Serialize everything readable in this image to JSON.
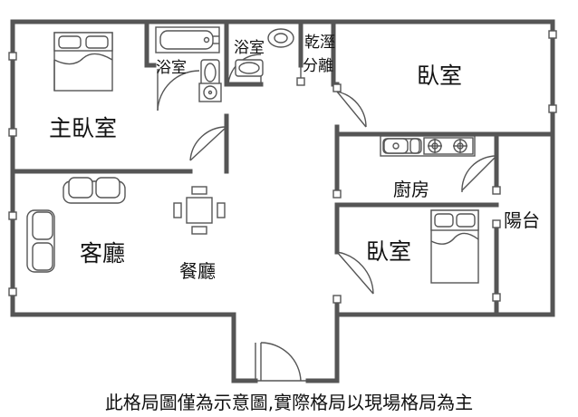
{
  "rooms": {
    "master_bedroom": "主臥室",
    "bath_left": "浴室",
    "bath_right": "浴室",
    "dry_wet": [
      "乾溼",
      "分離"
    ],
    "bedroom_top": "臥室",
    "kitchen": "廚房",
    "balcony": "陽台",
    "bedroom_bottom": "臥室",
    "living_room": "客廳",
    "dining_room": "餐廳"
  },
  "disclaimer": "此格局圖僅為示意圖,實際格局以現場格局為主",
  "colors": {
    "wall": "#555555",
    "text": "#111111",
    "background": "#ffffff"
  }
}
